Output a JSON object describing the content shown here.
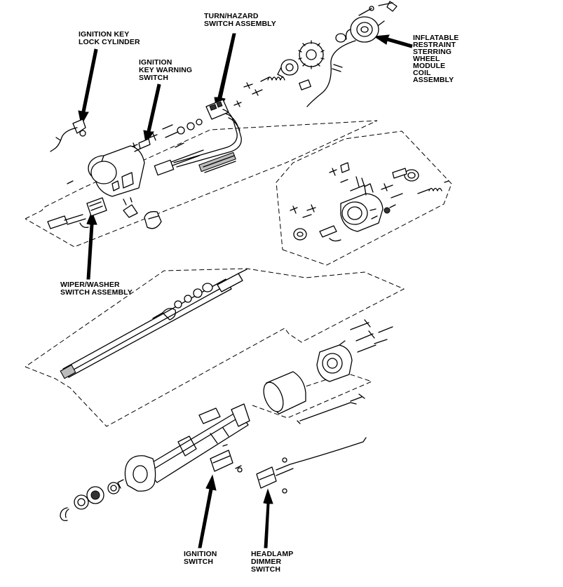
{
  "labels": {
    "ignition_key_lock_cylinder": [
      "IGNITION KEY",
      "LOCK CYLINDER"
    ],
    "ignition_key_warning_switch": [
      "IGNITION",
      "KEY WARNING",
      "SWITCH"
    ],
    "turn_hazard_switch_assembly": [
      "TURN/HAZARD",
      "SWITCH ASSEMBLY"
    ],
    "inflatable_restraint_coil": [
      "INFLATABLE",
      "RESTRAINT",
      "STERRING",
      "WHEEL",
      "MODULE",
      "COIL",
      "ASSEMBLY"
    ],
    "wiper_washer_switch_assembly": [
      "WIPER/WASHER",
      "SWITCH ASSEMBLY"
    ],
    "ignition_switch": [
      "IGNITION",
      "SWITCH"
    ],
    "headlamp_dimmer_switch": [
      "HEADLAMP",
      "DIMMER",
      "SWITCH"
    ]
  }
}
